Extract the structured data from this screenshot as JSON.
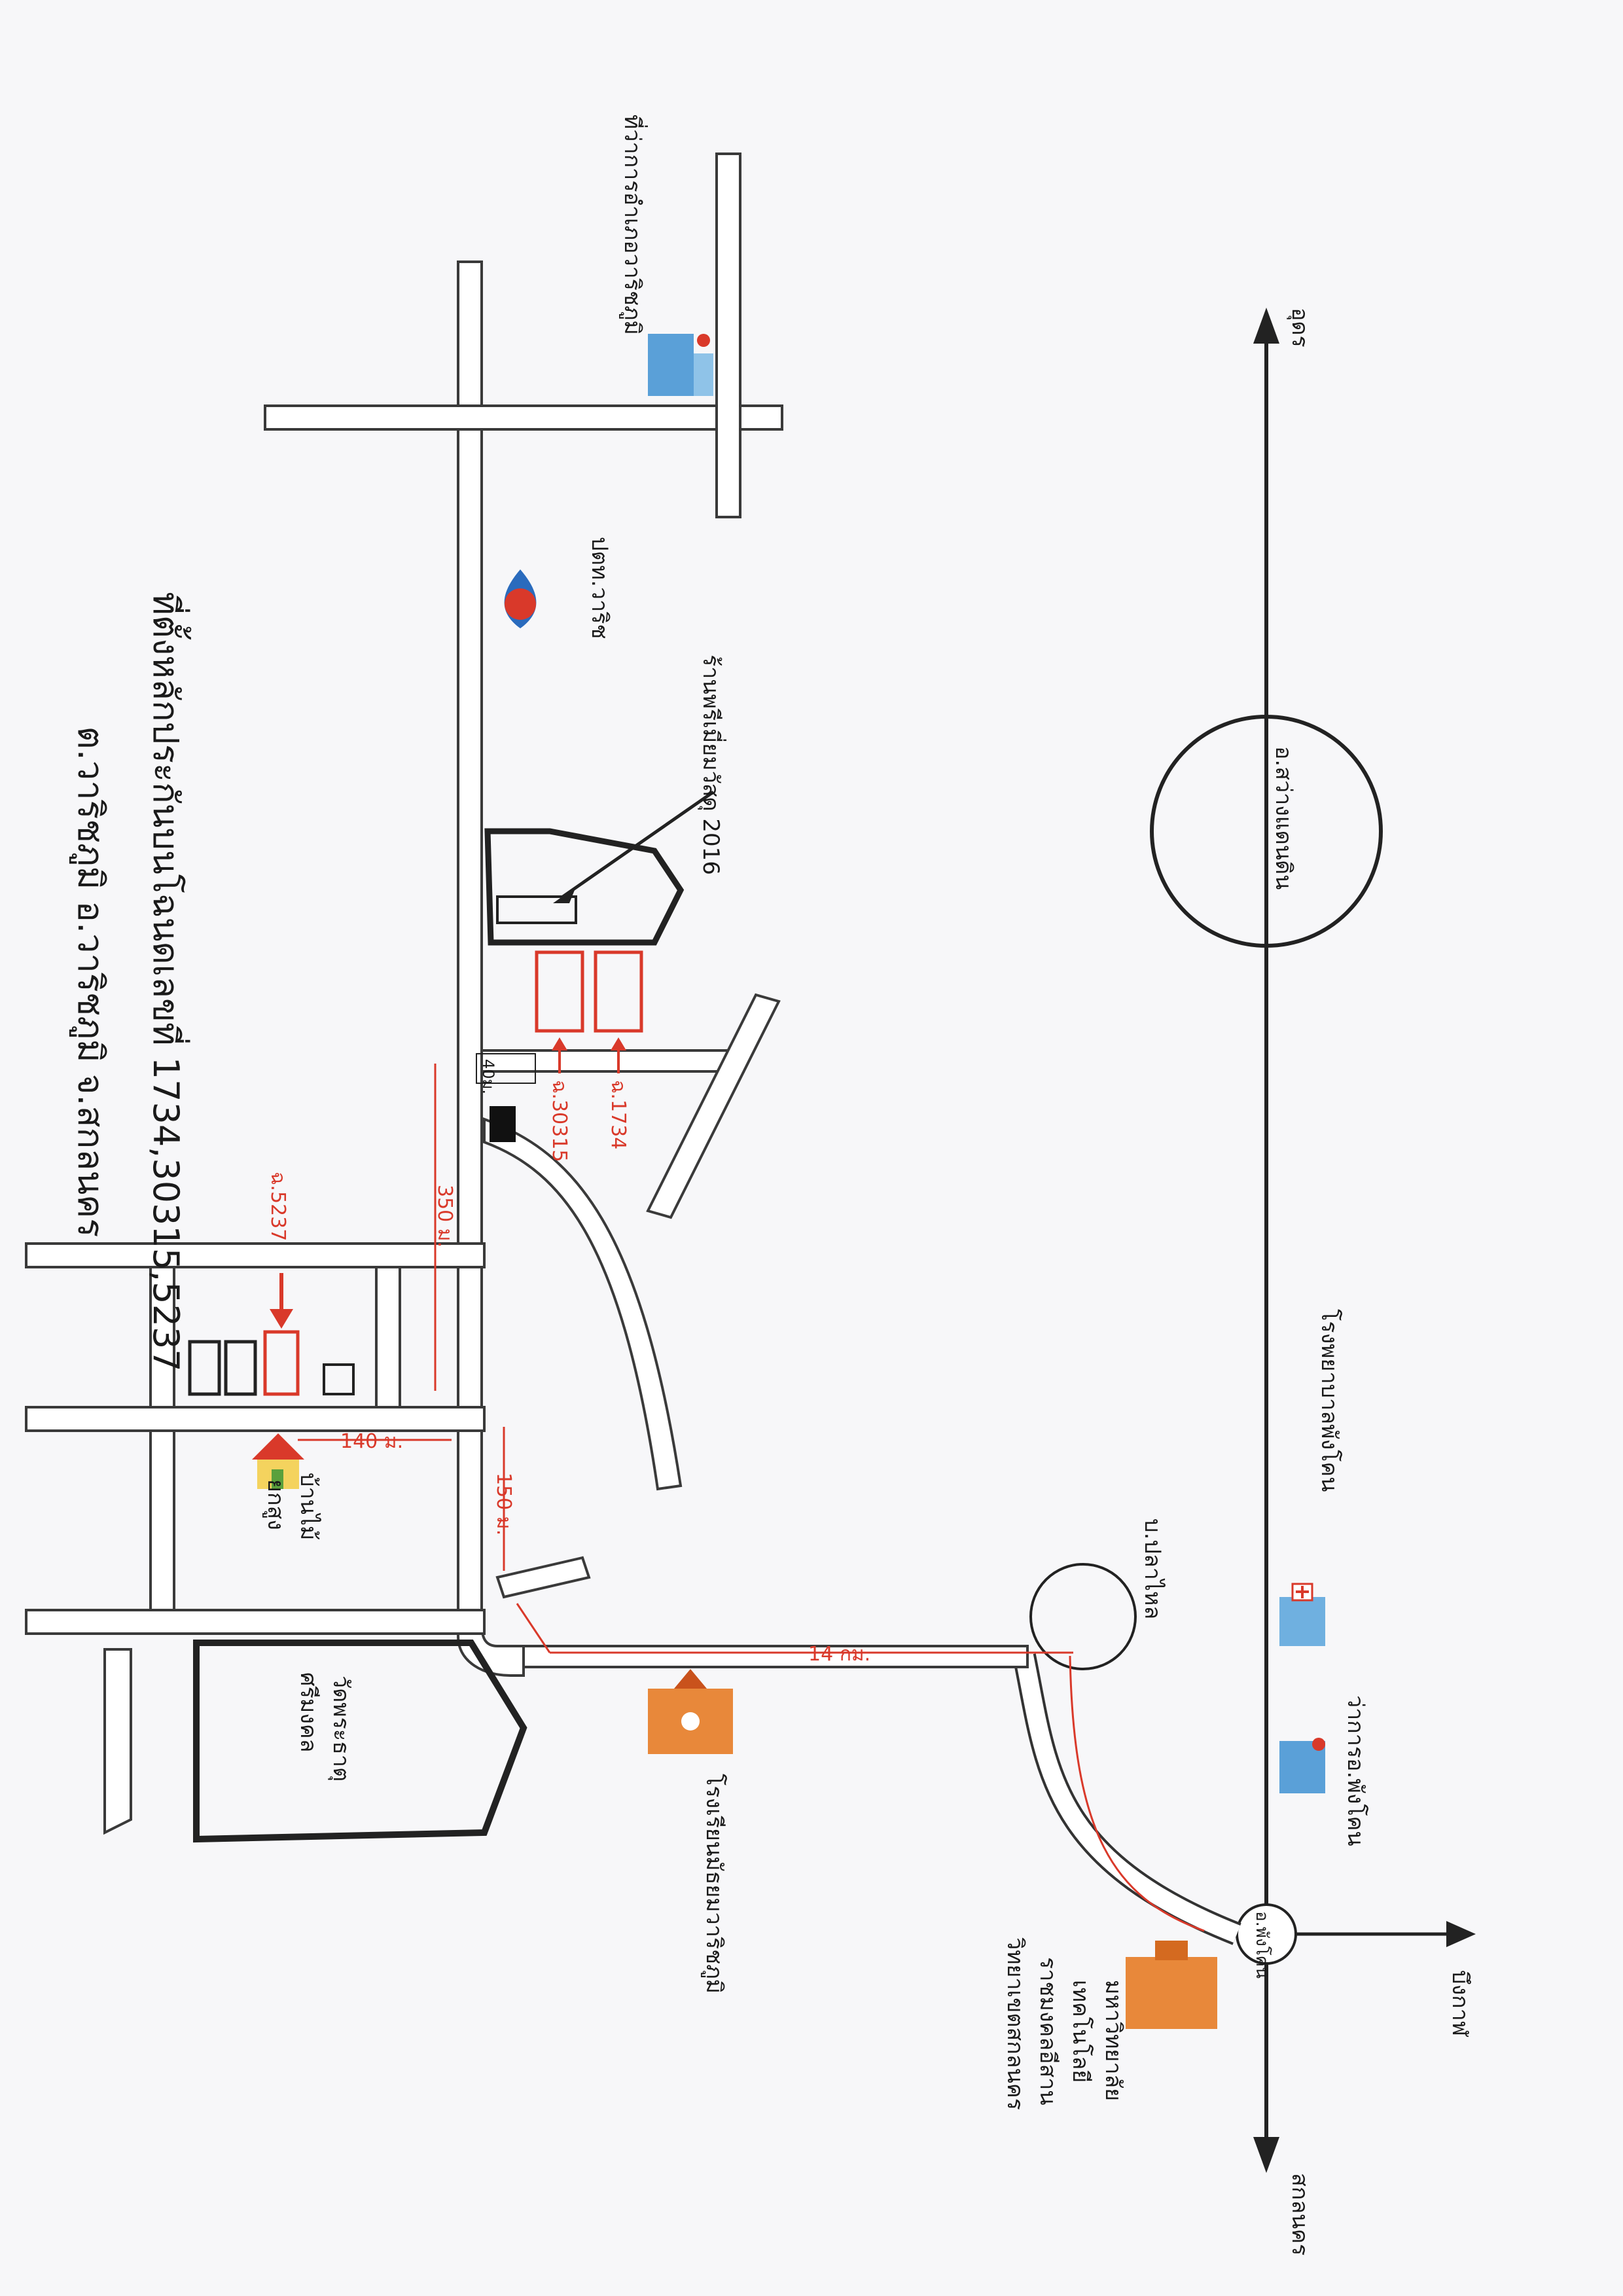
{
  "title": {
    "line1": "ที่ตั้งหลักประกันบนโฉนดเลขที่ 1734,30315,5237",
    "line2": "ต.วาริชภูมิ อ.วาริชภูมิ จ.สกลนคร"
  },
  "directions": {
    "north": "อุดร",
    "east": "บึงกาฬ",
    "south": "สกลนคร"
  },
  "places": {
    "district_office_warichaphum": "ที่ว่าการอำเภอวาริชภูมิ",
    "police_station": "ปตท.วาริช",
    "shop": "ร้านพรีเมี่ยมวัสดุ 2016",
    "sawang_daen_din": "อ.สว่างแดนดิน",
    "hospital": "โรงพยาบาลพังโคน",
    "pangkhon_office": "ว่าการอ.พังโคน",
    "pangkhon_junction": "อ.พังโคน",
    "ban_plaklai": "บ.ปลาไหล",
    "university": [
      "มหาวิทยาลัย",
      "เทคโนโลยี",
      "ราชมงคลอีสาน",
      "วิทยาเขตสกลนคร"
    ],
    "school": "โรงเรียนมัธยมวาริชภูมิ",
    "temple": [
      "วัดพระธาตุ",
      "ศรีมงคล"
    ],
    "house": [
      "บ้านไม้",
      "ยกสูง"
    ]
  },
  "plots": {
    "plot_1734": "ฉ.1734",
    "plot_30315": "ฉ.30315",
    "plot_5237": "ฉ.5237"
  },
  "distances": {
    "d40": "40ม.",
    "d350": "350 ม.",
    "d140": "140 ม.",
    "d150": "150 ม.",
    "d14km": "14 กม."
  },
  "colors": {
    "plot_red": "#d9392a",
    "road_outline": "#3a3a3a",
    "temple_outline": "#222222"
  }
}
